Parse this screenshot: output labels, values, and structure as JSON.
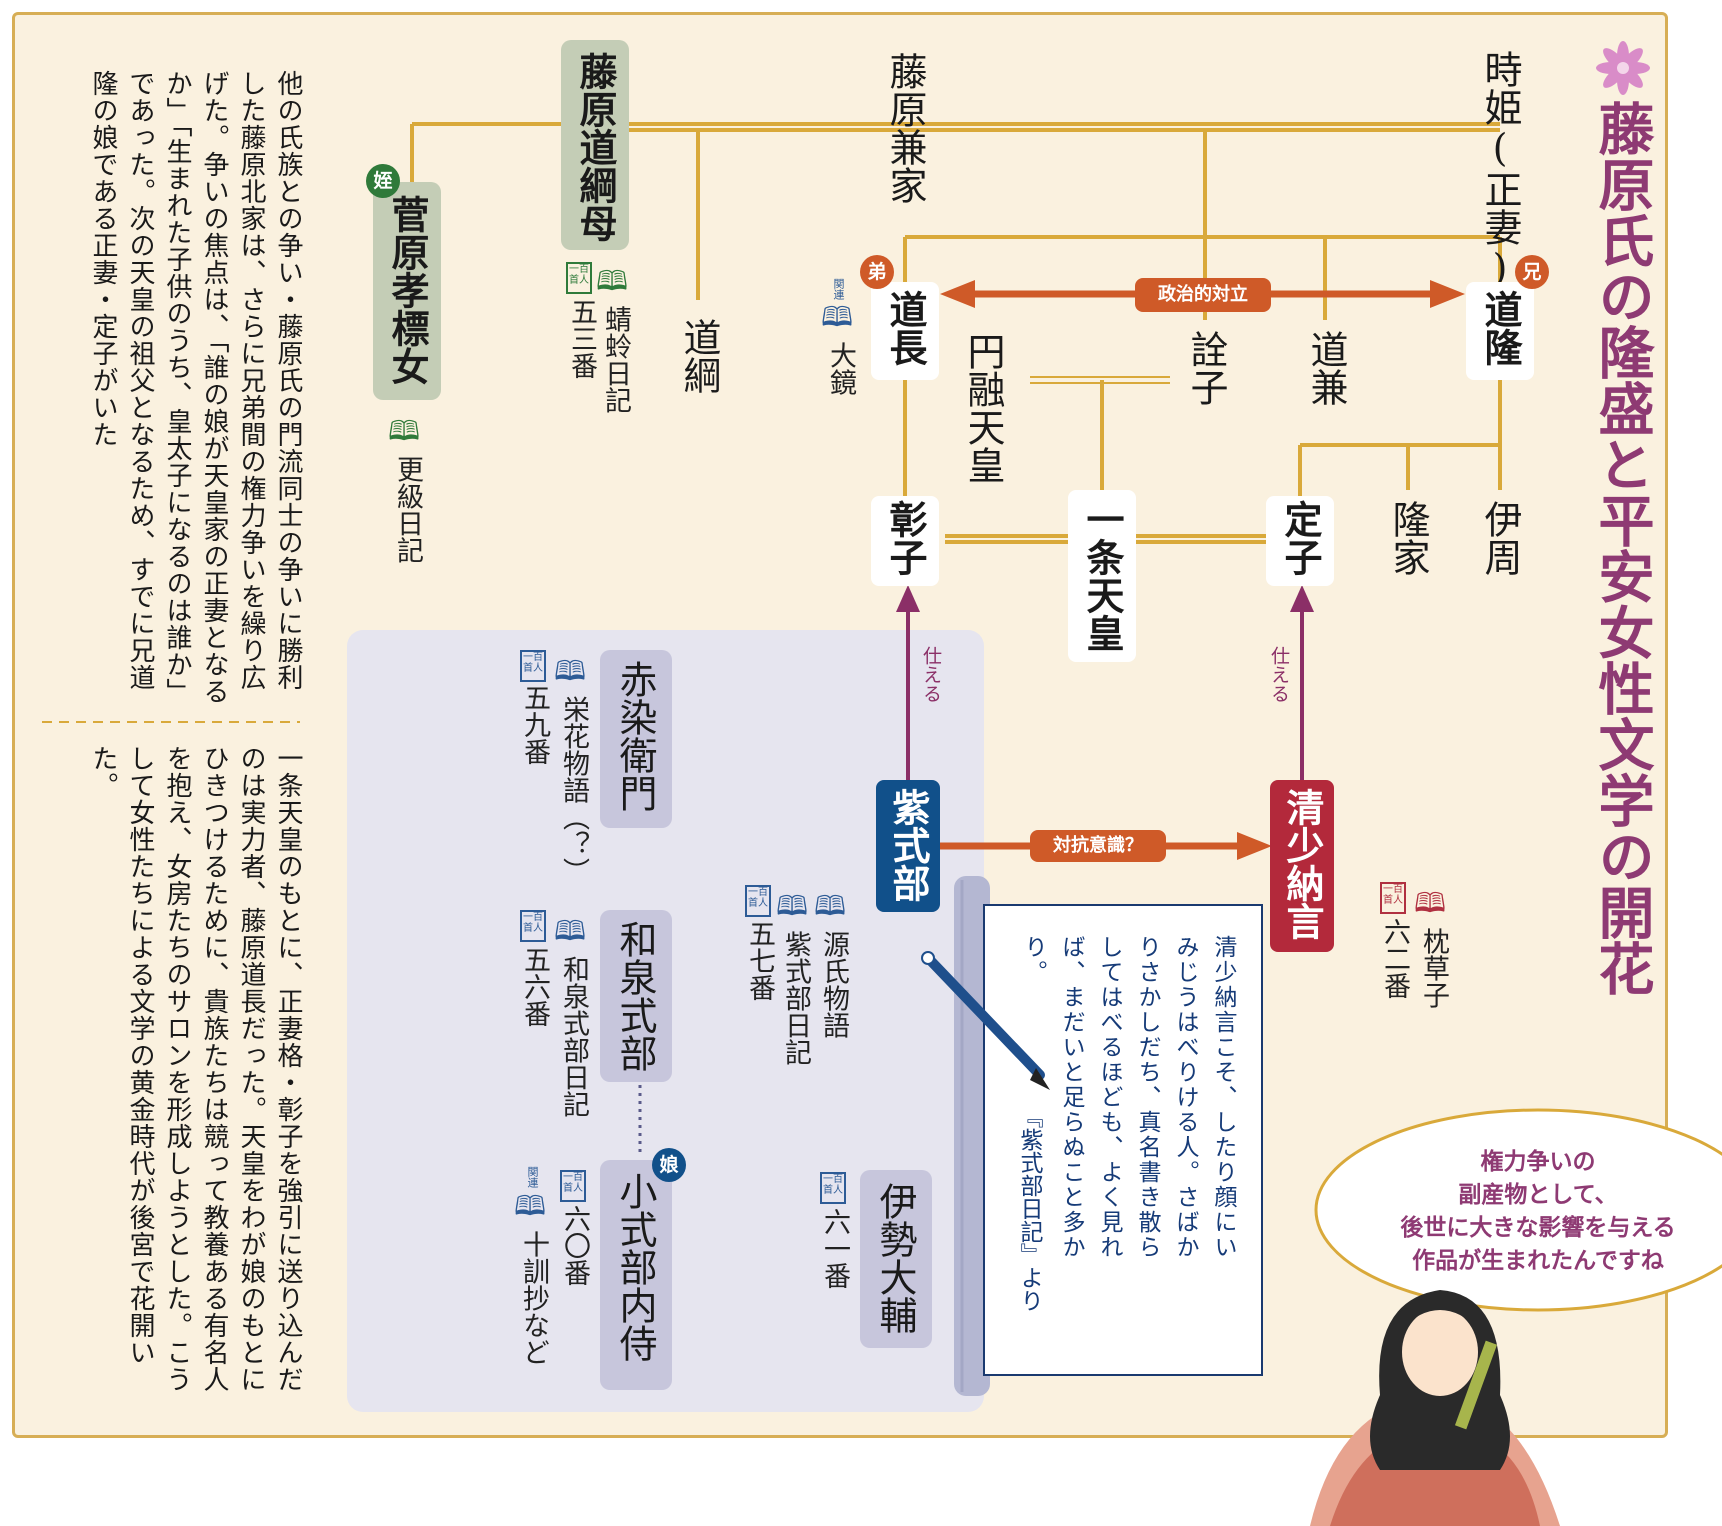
{
  "title": "藤原氏の隆盛と平安女性文学の開花",
  "colors": {
    "accent": "#8e3a73",
    "gold": "#d7ae55",
    "arrow": "#cf5a28",
    "navy": "#11508a",
    "crimson": "#b3293b"
  },
  "people": {
    "tokihime": "時姫(正妻)",
    "kaneie": "藤原兼家",
    "michitsuna_haha": "藤原道綱母",
    "takasue_musume": "菅原孝標女",
    "michitsuna": "道綱",
    "michinaga": "道長",
    "michitaka": "道隆",
    "enyu": "円融天皇",
    "senshi": "詮子",
    "michikane": "道兼",
    "shoshi": "彰子",
    "ichijo": "一条天皇",
    "teishi": "定子",
    "takaie": "隆家",
    "korechika": "伊周",
    "murasaki": "紫式部",
    "sei": "清少納言",
    "akazome": "赤染衛門",
    "izumi": "和泉式部",
    "koshikibu": "小式部内侍",
    "ise": "伊勢大輔"
  },
  "badges": {
    "mei": "姪",
    "otouto": "弟",
    "ani": "兄",
    "musume": "娘"
  },
  "labels": {
    "seiji": "政治的対立",
    "taiko": "対抗意識？",
    "tsukaeru": "仕える",
    "kanren": "関連",
    "hyakunin": "百人一首"
  },
  "works": {
    "kagero": "蜻蛉日記",
    "kagero_no": "五三番",
    "sarashina": "更級日記",
    "okagami": "大鏡",
    "eiga": "栄花物語（？）",
    "eiga_no": "五九番",
    "genji": "源氏物語",
    "murasaki_nikki": "紫式部日記",
    "genji_no": "五七番",
    "izumi_nikki": "和泉式部日記",
    "izumi_no": "五六番",
    "koshikibu_no": "六〇番",
    "jikkinsho": "十訓抄など",
    "ise_no": "六一番",
    "makura": "枕草子",
    "makura_no": "六二番"
  },
  "quote": {
    "text": "清少納言こそ、したり顔にいみじうはべりける人。さばかりさかしだち、真名書き散らしてはべるほども、よく見れば、まだいと足らぬこと多かり。",
    "source": "『紫式部日記』より"
  },
  "text_top": "他の氏族との争い・藤原氏の門流同士の争いに勝利した藤原北家は、さらに兄弟間の権力争いを繰り広げた。争いの焦点は、「誰の娘が天皇家の正妻となるか」「生まれた子供のうち、皇太子になるのは誰か」であった。次の天皇の祖父となるため、すでに兄道隆の娘である正妻・定子がいた",
  "text_bottom": "一条天皇のもとに、正妻格・彰子を強引に送り込んだのは実力者、藤原道長だった。天皇をわが娘のもとにひきつけるために、貴族たちは競って教養ある有名人を抱え、女房たちのサロンを形成しようとした。こうして女性たちによる文学の黄金時代が後宮で花開いた。",
  "speech": [
    "権力争いの",
    "副産物として、",
    "後世に大きな影響を与える",
    "作品が生まれたんですね"
  ]
}
